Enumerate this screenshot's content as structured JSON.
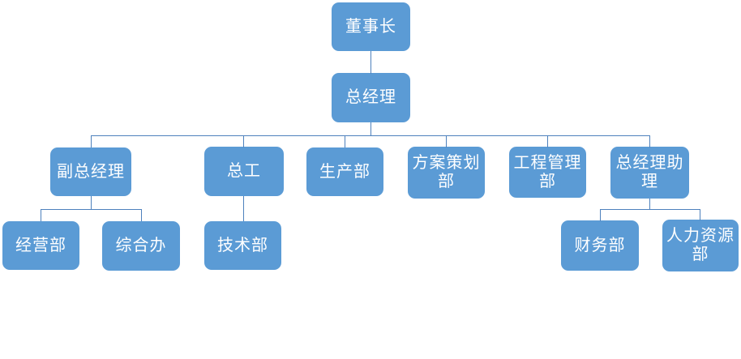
{
  "diagram": {
    "type": "org-chart",
    "colors": {
      "node_fill": "#5B9BD5",
      "node_text": "#FFFFFF",
      "connector": "#4E81BD",
      "background": "#FFFFFF"
    },
    "nodes": [
      {
        "id": "chairman",
        "label": "董事长",
        "parent": null
      },
      {
        "id": "general-manager",
        "label": "总经理",
        "parent": "chairman"
      },
      {
        "id": "deputy-general-manager",
        "label": "副总经理",
        "parent": "general-manager"
      },
      {
        "id": "chief-engineer",
        "label": "总工",
        "parent": "general-manager"
      },
      {
        "id": "production-dept",
        "label": "生产部",
        "parent": "general-manager"
      },
      {
        "id": "planning-dept",
        "label": "方案策划\n部",
        "parent": "general-manager"
      },
      {
        "id": "engineering-mgmt-dept",
        "label": "工程管理\n部",
        "parent": "general-manager"
      },
      {
        "id": "gm-assistant",
        "label": "总经理助\n理",
        "parent": "general-manager"
      },
      {
        "id": "business-dept",
        "label": "经营部",
        "parent": "deputy-general-manager"
      },
      {
        "id": "general-office",
        "label": "综合办",
        "parent": "deputy-general-manager"
      },
      {
        "id": "technology-dept",
        "label": "技术部",
        "parent": "chief-engineer"
      },
      {
        "id": "finance-dept",
        "label": "财务部",
        "parent": "gm-assistant"
      },
      {
        "id": "hr-dept",
        "label": "人力资源\n部",
        "parent": "gm-assistant"
      }
    ]
  }
}
